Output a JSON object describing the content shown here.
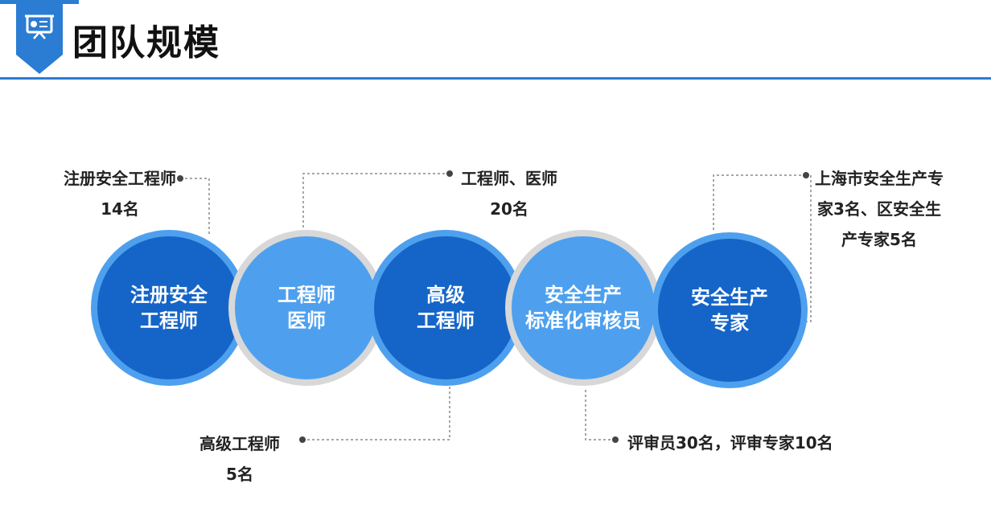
{
  "header": {
    "title": "团队规模",
    "badge_icon": "presentation-board-icon",
    "accent_color": "#2b7cd3"
  },
  "diagram": {
    "circles": [
      {
        "line1": "注册安全",
        "line2": "工程师",
        "style": "dark"
      },
      {
        "line1": "工程师",
        "line2": "医师",
        "style": "light"
      },
      {
        "line1": "高级",
        "line2": "工程师",
        "style": "dark"
      },
      {
        "line1": "安全生产",
        "line2": "标准化审核员",
        "style": "light"
      },
      {
        "line1": "安全生产",
        "line2": "专家",
        "style": "dark"
      }
    ],
    "callouts": [
      {
        "line1": "注册安全工程师",
        "line2": "14名"
      },
      {
        "line1": "工程师、医师",
        "line2": "20名"
      },
      {
        "line1": "高级工程师",
        "line2": "5名"
      },
      {
        "line1": "评审员30名，评审专家10名"
      },
      {
        "line1": "上海市安全生产专",
        "line2": "家3名、区安全生",
        "line3": "产专家5名"
      }
    ],
    "colors": {
      "dark_fill": "#1565c8",
      "light_fill": "#4ea0ee",
      "dark_ring": "#4ea0ee",
      "light_ring": "#d8d8d8"
    }
  }
}
